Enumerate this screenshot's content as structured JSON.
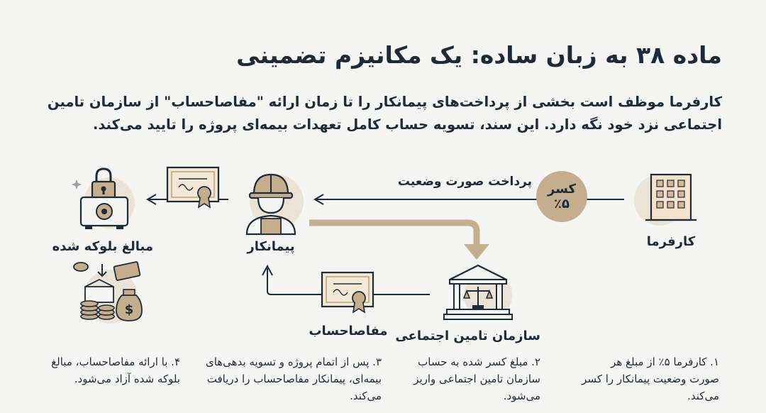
{
  "title": "ماده ۳۸ به زبان ساده: یک مکانیزم تضمینی",
  "intro": "کارفرما موظف است بخشی از پرداخت‌های پیمانکار را تا زمان ارائه \"مفاصاحساب\" از سازمان تامین اجتماعی نزد خود نگه دارد. این سند، تسویه حساب کامل تعهدات بیمه‌ای پروژه را تایید می‌کند.",
  "nodes": {
    "employer": "کارفرما",
    "contractor": "پیمانکار",
    "blocked_funds": "مبالغ بلوکه شده",
    "social_security": "سازمان تامین اجتماعی",
    "clearance": "مفاصاحساب"
  },
  "arrow_label": "پرداخت صورت وضعیت",
  "deduction": {
    "line1": "کسر",
    "line2": "٪۵"
  },
  "steps": [
    "۱. کارفرما ۵٪ از مبلغ هر صورت وضعیت پیمانکار را کسر می‌کند.",
    "۲. مبلغ کسر شده به حساب سازمان تامین اجتماعی واریز می‌شود.",
    "۳. پس از اتمام پروژه و تسویه بدهی‌های بیمه‌ای، پیمانکار مفاصاحساب را دریافت می‌کند.",
    "۴. با ارائه مفاصاحساب، مبالغ بلوکه شده آزاد می‌شود."
  ],
  "colors": {
    "accent": "#c4ae8e",
    "accent_dark": "#a8835a",
    "ink": "#1f2a37",
    "soft": "#ebe3d6"
  }
}
